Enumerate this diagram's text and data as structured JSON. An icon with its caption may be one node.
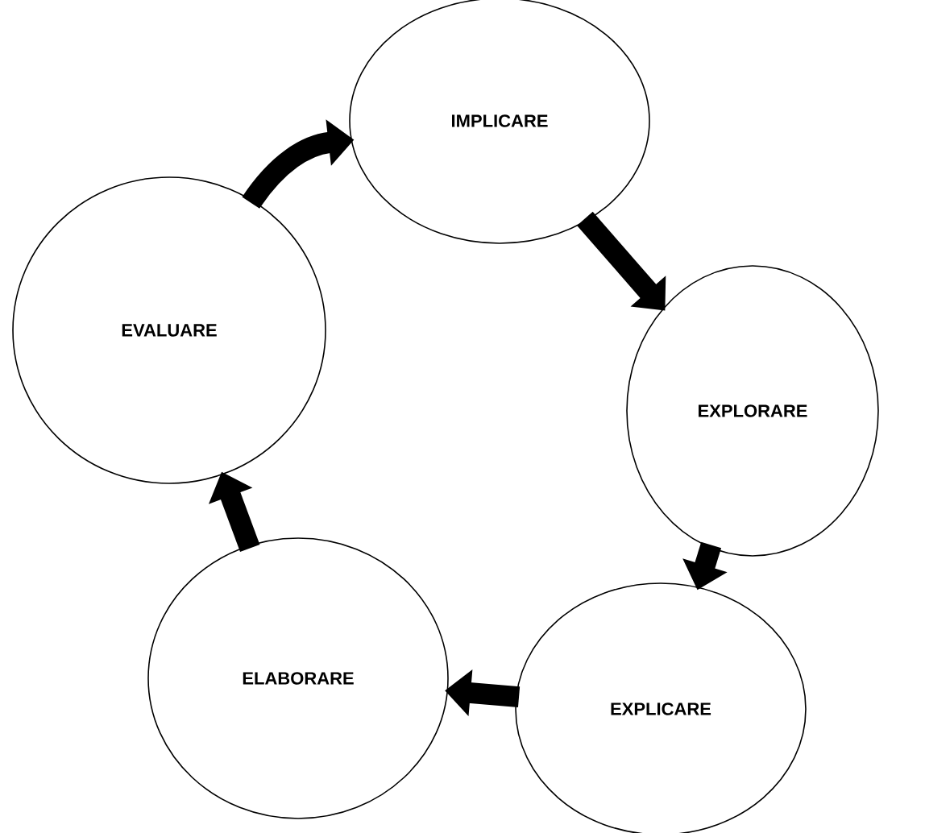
{
  "diagram": {
    "nodes": [
      {
        "text": [
          "IMPLICARE"
        ]
      },
      {
        "text": [
          "EXPLORARE"
        ]
      },
      {
        "text": [
          "EXPLICARE"
        ]
      },
      {
        "text": [
          "ELABORARE"
        ]
      },
      {
        "text": [
          "EVALUARE"
        ]
      }
    ],
    "edges": [
      {
        "from": 0,
        "to": 1,
        "arrow": "to"
      },
      {
        "from": 1,
        "to": 2,
        "arrow": "to"
      },
      {
        "from": 2,
        "to": 3,
        "arrow": "to"
      },
      {
        "from": 3,
        "to": 4,
        "arrow": "to"
      },
      {
        "from": 4,
        "to": 0,
        "arrow": "to"
      }
    ]
  }
}
